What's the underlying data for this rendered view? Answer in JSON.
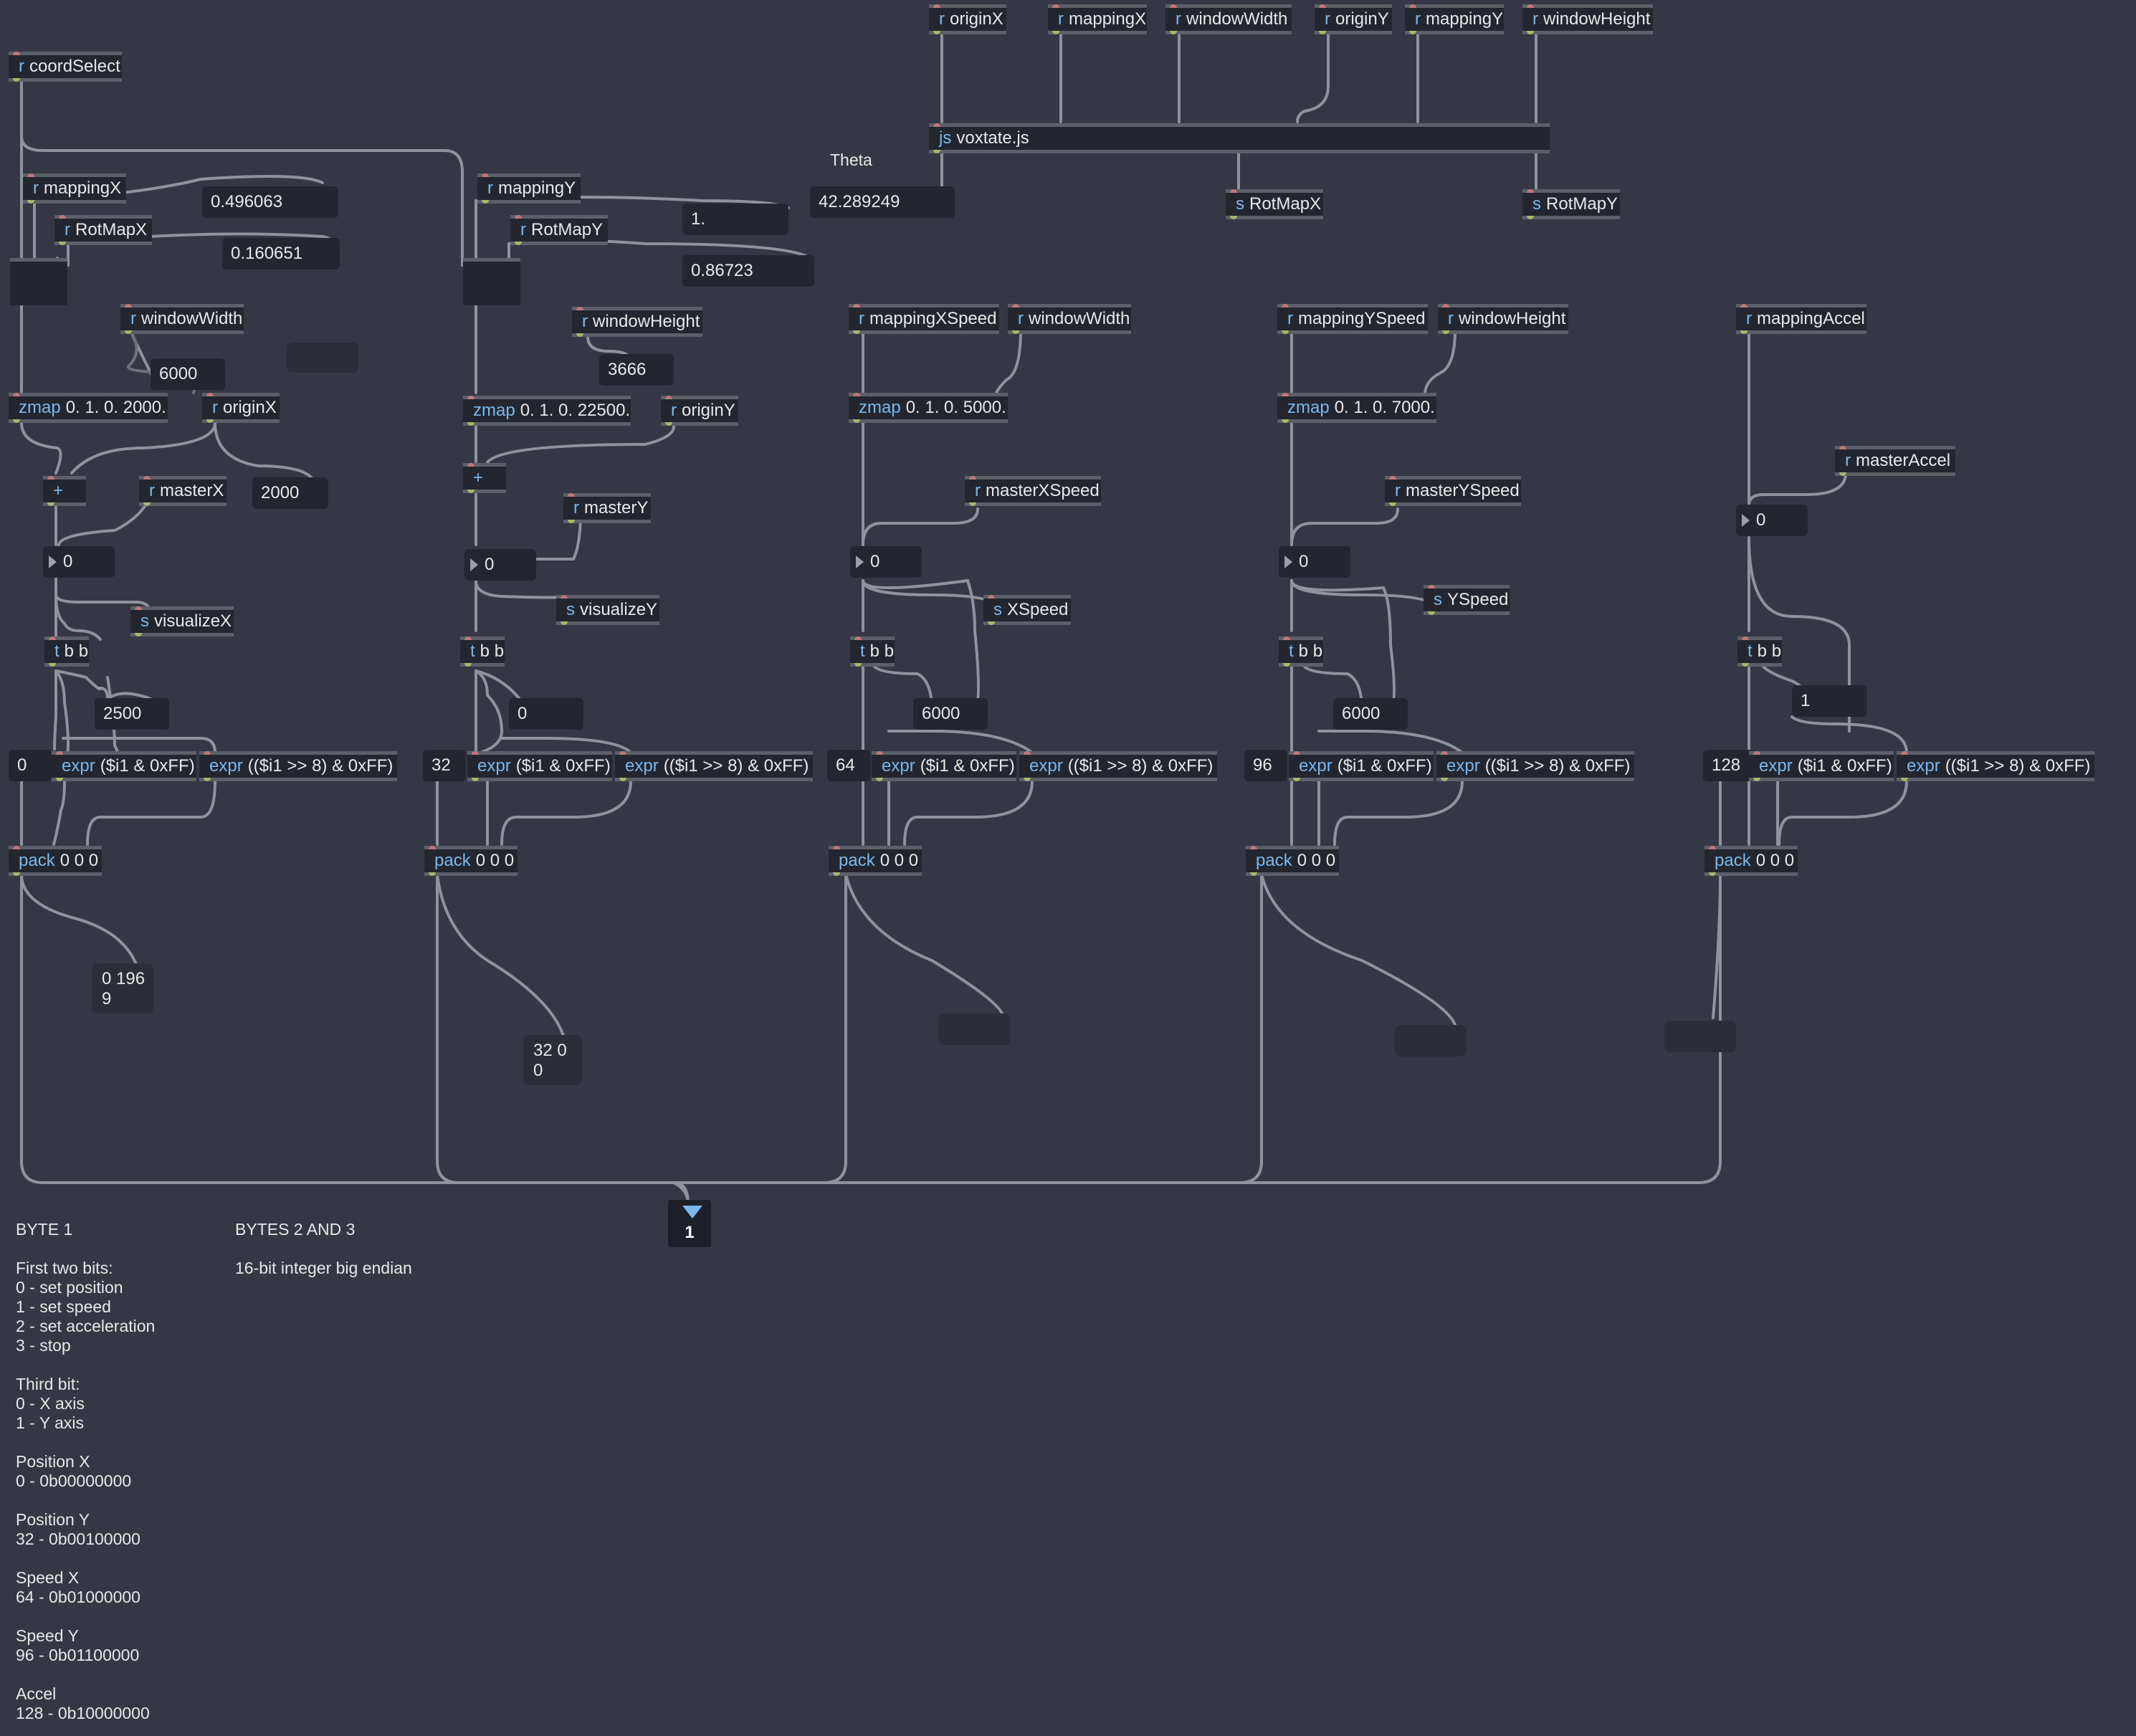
{
  "objects": {
    "r_coordSelect": {
      "cls": "r",
      "args": "coordSelect"
    },
    "r_originX_top": {
      "cls": "r",
      "args": "originX"
    },
    "r_mappingX_top": {
      "cls": "r",
      "args": "mappingX"
    },
    "r_windowWidth_top": {
      "cls": "r",
      "args": "windowWidth"
    },
    "r_originY_top": {
      "cls": "r",
      "args": "originY"
    },
    "r_mappingY_top": {
      "cls": "r",
      "args": "mappingY"
    },
    "r_windowHeight_top": {
      "cls": "r",
      "args": "windowHeight"
    },
    "js_voxtate": {
      "cls": "js",
      "args": "voxtate.js"
    },
    "s_RotMapX": {
      "cls": "s",
      "args": "RotMapX"
    },
    "s_RotMapY": {
      "cls": "s",
      "args": "RotMapY"
    },
    "r_mappingX": {
      "cls": "r",
      "args": "mappingX"
    },
    "r_RotMapX": {
      "cls": "r",
      "args": "RotMapX"
    },
    "r_windowWidth1": {
      "cls": "r",
      "args": "windowWidth"
    },
    "zmap1": {
      "cls": "zmap",
      "args": "0. 1. 0. 2000."
    },
    "r_originX": {
      "cls": "r",
      "args": "originX"
    },
    "plus1": {
      "cls": "+",
      "args": ""
    },
    "r_masterX": {
      "cls": "r",
      "args": "masterX"
    },
    "s_visualizeX": {
      "cls": "s",
      "args": "visualizeX"
    },
    "tbb1": {
      "cls": "t",
      "args": "b b"
    },
    "expr1a": {
      "cls": "expr",
      "args": "($i1 & 0xFF)"
    },
    "expr1b": {
      "cls": "expr",
      "args": "(($i1 >> 8) & 0xFF)"
    },
    "pack1": {
      "cls": "pack",
      "args": "0 0 0"
    },
    "r_mappingY": {
      "cls": "r",
      "args": "mappingY"
    },
    "r_RotMapY": {
      "cls": "r",
      "args": "RotMapY"
    },
    "r_windowHeight1": {
      "cls": "r",
      "args": "windowHeight"
    },
    "zmap2": {
      "cls": "zmap",
      "args": "0. 1. 0. 22500."
    },
    "r_originY": {
      "cls": "r",
      "args": "originY"
    },
    "plus2": {
      "cls": "+",
      "args": ""
    },
    "r_masterY": {
      "cls": "r",
      "args": "masterY"
    },
    "s_visualizeY": {
      "cls": "s",
      "args": "visualizeY"
    },
    "tbb2": {
      "cls": "t",
      "args": "b b"
    },
    "expr2a": {
      "cls": "expr",
      "args": "($i1 & 0xFF)"
    },
    "expr2b": {
      "cls": "expr",
      "args": "(($i1 >> 8) & 0xFF)"
    },
    "pack2": {
      "cls": "pack",
      "args": "0 0 0"
    },
    "r_mappingXSpeed": {
      "cls": "r",
      "args": "mappingXSpeed"
    },
    "r_windowWidth2": {
      "cls": "r",
      "args": "windowWidth"
    },
    "zmap3": {
      "cls": "zmap",
      "args": "0. 1. 0. 5000."
    },
    "r_masterXSpeed": {
      "cls": "r",
      "args": "masterXSpeed"
    },
    "s_XSpeed": {
      "cls": "s",
      "args": "XSpeed"
    },
    "tbb3": {
      "cls": "t",
      "args": "b b"
    },
    "expr3a": {
      "cls": "expr",
      "args": "($i1 & 0xFF)"
    },
    "expr3b": {
      "cls": "expr",
      "args": "(($i1 >> 8) & 0xFF)"
    },
    "pack3": {
      "cls": "pack",
      "args": "0 0 0"
    },
    "r_mappingYSpeed": {
      "cls": "r",
      "args": "mappingYSpeed"
    },
    "r_windowHeight2": {
      "cls": "r",
      "args": "windowHeight"
    },
    "zmap4": {
      "cls": "zmap",
      "args": "0. 1. 0. 7000."
    },
    "r_masterYSpeed": {
      "cls": "r",
      "args": "masterYSpeed"
    },
    "s_YSpeed": {
      "cls": "s",
      "args": "YSpeed"
    },
    "tbb4": {
      "cls": "t",
      "args": "b b"
    },
    "expr4a": {
      "cls": "expr",
      "args": "($i1 & 0xFF)"
    },
    "expr4b": {
      "cls": "expr",
      "args": "(($i1 >> 8) & 0xFF)"
    },
    "pack4": {
      "cls": "pack",
      "args": "0 0 0"
    },
    "r_mappingAccel": {
      "cls": "r",
      "args": "mappingAccel"
    },
    "r_masterAccel": {
      "cls": "r",
      "args": "masterAccel"
    },
    "tbb5": {
      "cls": "t",
      "args": "b b"
    },
    "expr5a": {
      "cls": "expr",
      "args": "($i1 & 0xFF)"
    },
    "expr5b": {
      "cls": "expr",
      "args": "(($i1 >> 8) & 0xFF)"
    },
    "pack5": {
      "cls": "pack",
      "args": "0 0 0"
    }
  },
  "numbers": {
    "mapX_val": "0.496063",
    "rotX_val": "0.160651",
    "mapY_val": "1.",
    "rotY_val": "0.86723",
    "theta_val": "42.289249",
    "ww1_val": "6000",
    "wh1_val": "3666",
    "originX_val": "2000",
    "numbox1": "0",
    "numbox2": "0",
    "numbox3": "0",
    "numbox4": "0",
    "numbox5": "0",
    "t1_val": "2500",
    "t2_val": "0",
    "t3_val": "6000",
    "t4_val": "6000",
    "t5_val": "1",
    "b1_val": "0",
    "b2_val": "32",
    "b3_val": "64",
    "b4_val": "96",
    "b5_val": "128"
  },
  "messages": {
    "msg1": "0 196\n9",
    "msg2": "32 0\n0",
    "msg3": "",
    "msg4": "",
    "msg5": "",
    "msg_empty_top": ""
  },
  "labels": {
    "theta": "Theta"
  },
  "selector": {
    "value": "1"
  },
  "comments": {
    "byte1": "BYTE 1\n\nFirst two bits:\n0 - set position\n1 - set speed\n2 - set acceleration\n3 - stop\n\nThird bit:\n0 - X axis\n1 - Y axis\n\nPosition X\n0 - 0b00000000\n\nPosition Y\n32 - 0b00100000\n\nSpeed X\n64 - 0b01000000\n\nSpeed Y\n96 - 0b01100000\n\nAccel\n128 - 0b10000000",
    "bytes23": "BYTES 2 AND 3\n\n16-bit integer big endian"
  },
  "colors": {
    "background": "#353844",
    "object_class": "#7ab8ee",
    "object_box": "#23262f",
    "patch_cord": "#8f939b"
  }
}
